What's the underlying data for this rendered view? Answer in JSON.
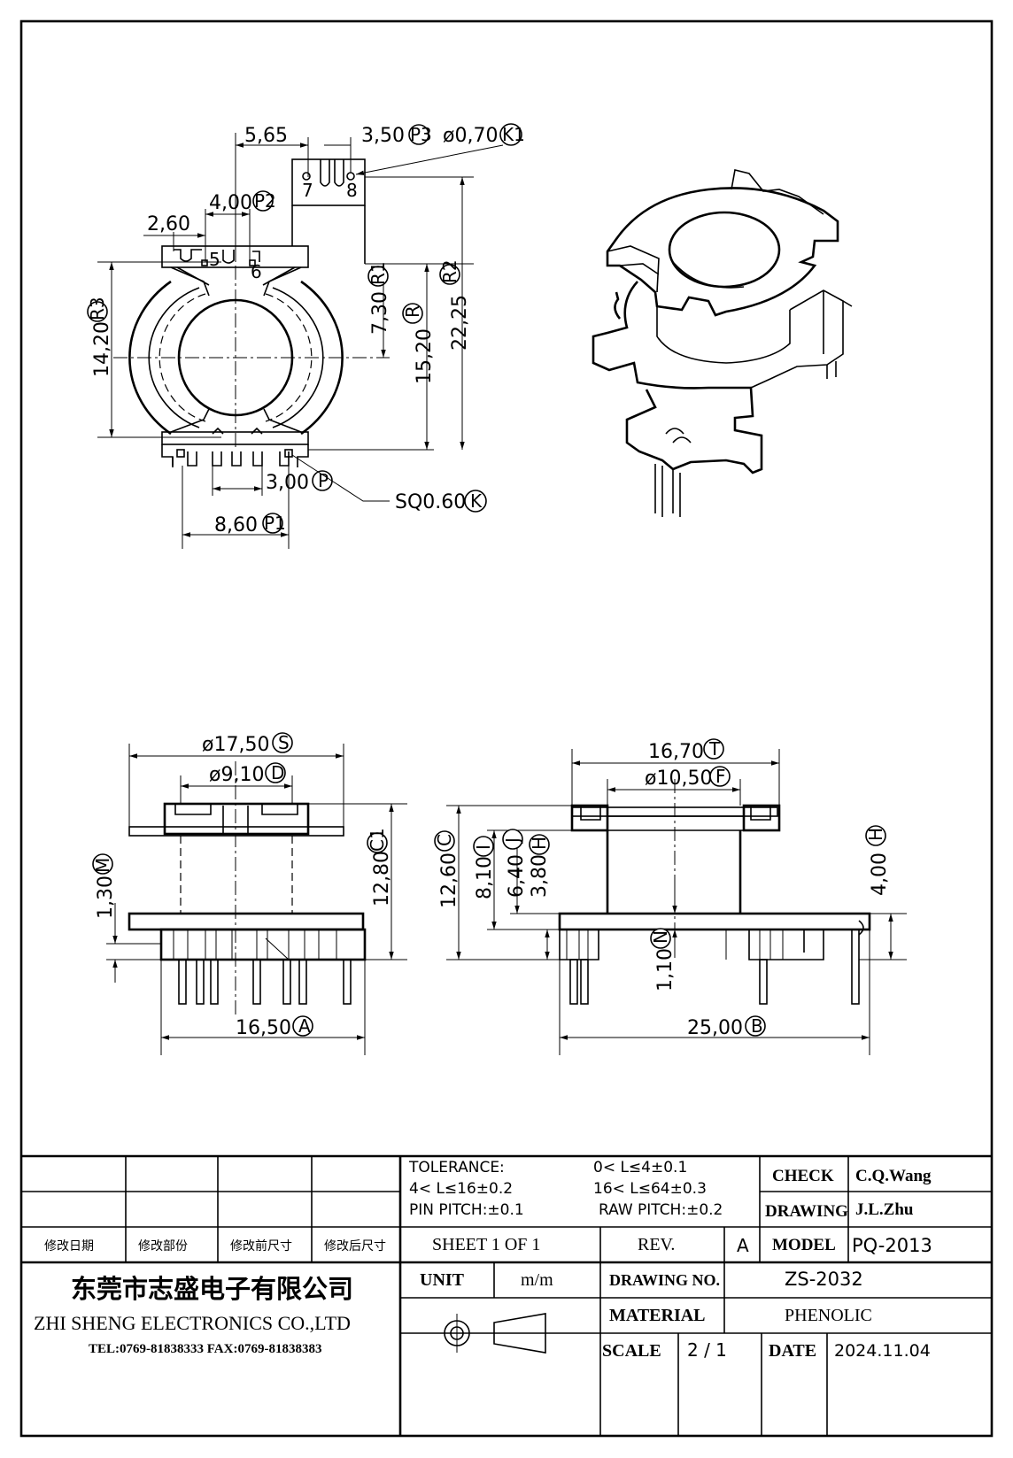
{
  "dimensions": {
    "d565": "5,65",
    "d350": "3,50",
    "p3": "P3",
    "phi070": "ø0,70",
    "k1": "K1",
    "d400": "4,00",
    "p2": "P2",
    "d260": "2,60",
    "d730": "7,30",
    "r1": "R1",
    "d1520": "15,20",
    "r": "R",
    "d2225": "22,25",
    "r2": "R2",
    "d1420": "14,20",
    "r3": "R3",
    "d300": "3,00",
    "p": "P",
    "sq060": "SQ0.60",
    "k": "K",
    "d860": "8,60",
    "p1": "P1",
    "pin7": "7",
    "pin8": "8",
    "pin5": "5",
    "pin6": "6",
    "phi1750": "ø17,50",
    "s": "S",
    "phi910": "ø9,10",
    "d": "D",
    "d1280": "12,80",
    "c1": "C1",
    "d130": "1,30",
    "m": "M",
    "d1650": "16,50",
    "a": "A",
    "d1670": "16,70",
    "t": "T",
    "phi1050": "ø10,50",
    "f": "F",
    "d1260": "12,60",
    "c": "C",
    "d810": "8,10",
    "i": "I",
    "d640": "6,40",
    "j": "J",
    "d380": "3,80",
    "h": "H",
    "d400b": "4,00",
    "hb": "H",
    "d110": "1,10",
    "n": "N",
    "d2500": "25,00",
    "b": "B"
  },
  "title_block": {
    "tolerance_label": "TOLERANCE:",
    "tol_1": "0< L≤4±0.1",
    "tol_2": "4< L≤16±0.2",
    "tol_3": "16< L≤64±0.3",
    "pin_pitch": "PIN PITCH:±0.1",
    "raw_pitch": "RAW PITCH:±0.2",
    "check_label": "CHECK",
    "check_value": "C.Q.Wang",
    "drawing_label": "DRAWING",
    "drawing_value": "J.L.Zhu",
    "rev_col_1": "修改日期",
    "rev_col_2": "修改部份",
    "rev_col_3": "修改前尺寸",
    "rev_col_4": "修改后尺寸",
    "sheet": "SHEET 1 OF 1",
    "rev_label": "REV.",
    "rev_value": "A",
    "model_label": "MODEL",
    "model_value": "PQ-2013",
    "company_cn": "东莞市志盛电子有限公司",
    "company_en": "ZHI SHENG  ELECTRONICS CO.,LTD",
    "contact": "TEL:0769-81838333 FAX:0769-81838383",
    "unit_label": "UNIT",
    "unit_value": "m/m",
    "drawing_no_label": "DRAWING NO.",
    "drawing_no_value": "ZS-2032",
    "material_label": "MATERIAL",
    "material_value": "PHENOLIC",
    "scale_label": "SCALE",
    "scale_value": "2 / 1",
    "date_label": "DATE",
    "date_value": "2024.11.04"
  }
}
